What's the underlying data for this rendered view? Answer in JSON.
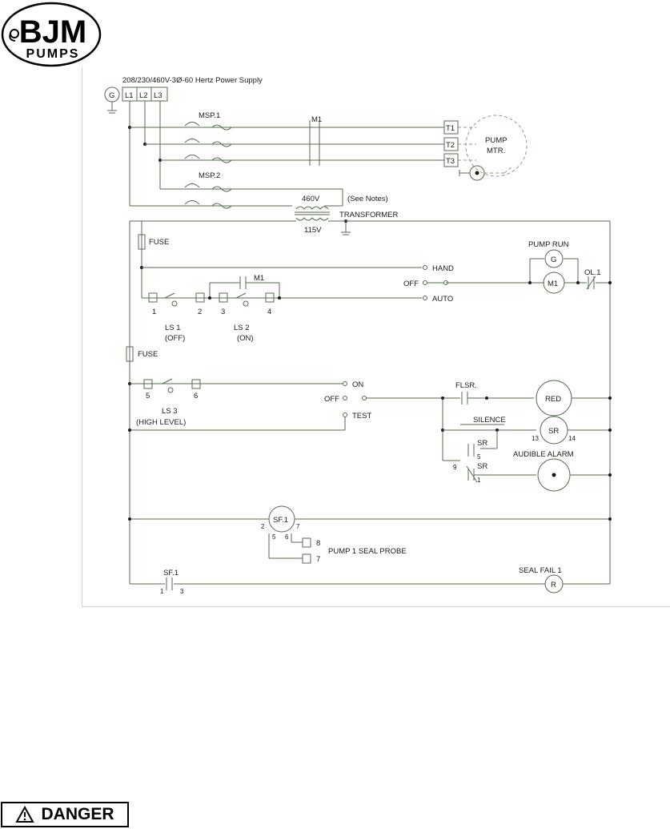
{
  "logo": {
    "text_main": "BJM",
    "text_sub": "PUMPS"
  },
  "power": {
    "title": "208/230/460V-3Ø-60 Hertz Power Supply",
    "ground": "G",
    "l1": "L1",
    "l2": "L2",
    "l3": "L3"
  },
  "motor": {
    "msp1": "MSP.1",
    "msp2": "MSP.2",
    "m1": "M1",
    "t1": "T1",
    "t2": "T2",
    "t3": "T3",
    "pump_line1": "PUMP",
    "pump_line2": "MTR."
  },
  "transformer": {
    "primary": "460V",
    "secondary": "115V",
    "note": "(See Notes)",
    "label": "TRANSFORMER"
  },
  "control": {
    "fuse1": "FUSE",
    "fuse2": "FUSE",
    "hand": "HAND",
    "off1": "OFF",
    "auto": "AUTO",
    "m1_aux": "M1",
    "t1": "1",
    "t2": "2",
    "t3": "3",
    "t4": "4",
    "ls1_a": "LS 1",
    "ls1_b": "(OFF)",
    "ls2_a": "LS 2",
    "ls2_b": "(ON)",
    "pump_run": "PUMP RUN",
    "g": "G",
    "m1_coil": "M1",
    "ol1": "OL.1"
  },
  "alarm": {
    "t5": "5",
    "t6": "6",
    "ls3_a": "LS 3",
    "ls3_b": "(HIGH LEVEL)",
    "on": "ON",
    "off": "OFF",
    "test": "TEST",
    "flsr": "FLSR.",
    "red": "RED",
    "silence": "SILENCE",
    "sr": "SR",
    "sr13": "13",
    "sr14": "14",
    "sr_a": "SR",
    "sr5": "5",
    "sr_b": "SR",
    "sr1": "1",
    "sr9": "9",
    "audible": "AUDIBLE ALARM"
  },
  "seal": {
    "sf1": "SF.1",
    "p2": "2",
    "p7": "7",
    "p5": "5",
    "p6": "6",
    "t8": "8",
    "t7": "7",
    "probe": "PUMP 1 SEAL PROBE",
    "sf1_contact": "SF.1",
    "c1": "1",
    "c3": "3",
    "seal_fail": "SEAL FAIL 1",
    "r": "R"
  },
  "danger": {
    "label": "DANGER"
  }
}
